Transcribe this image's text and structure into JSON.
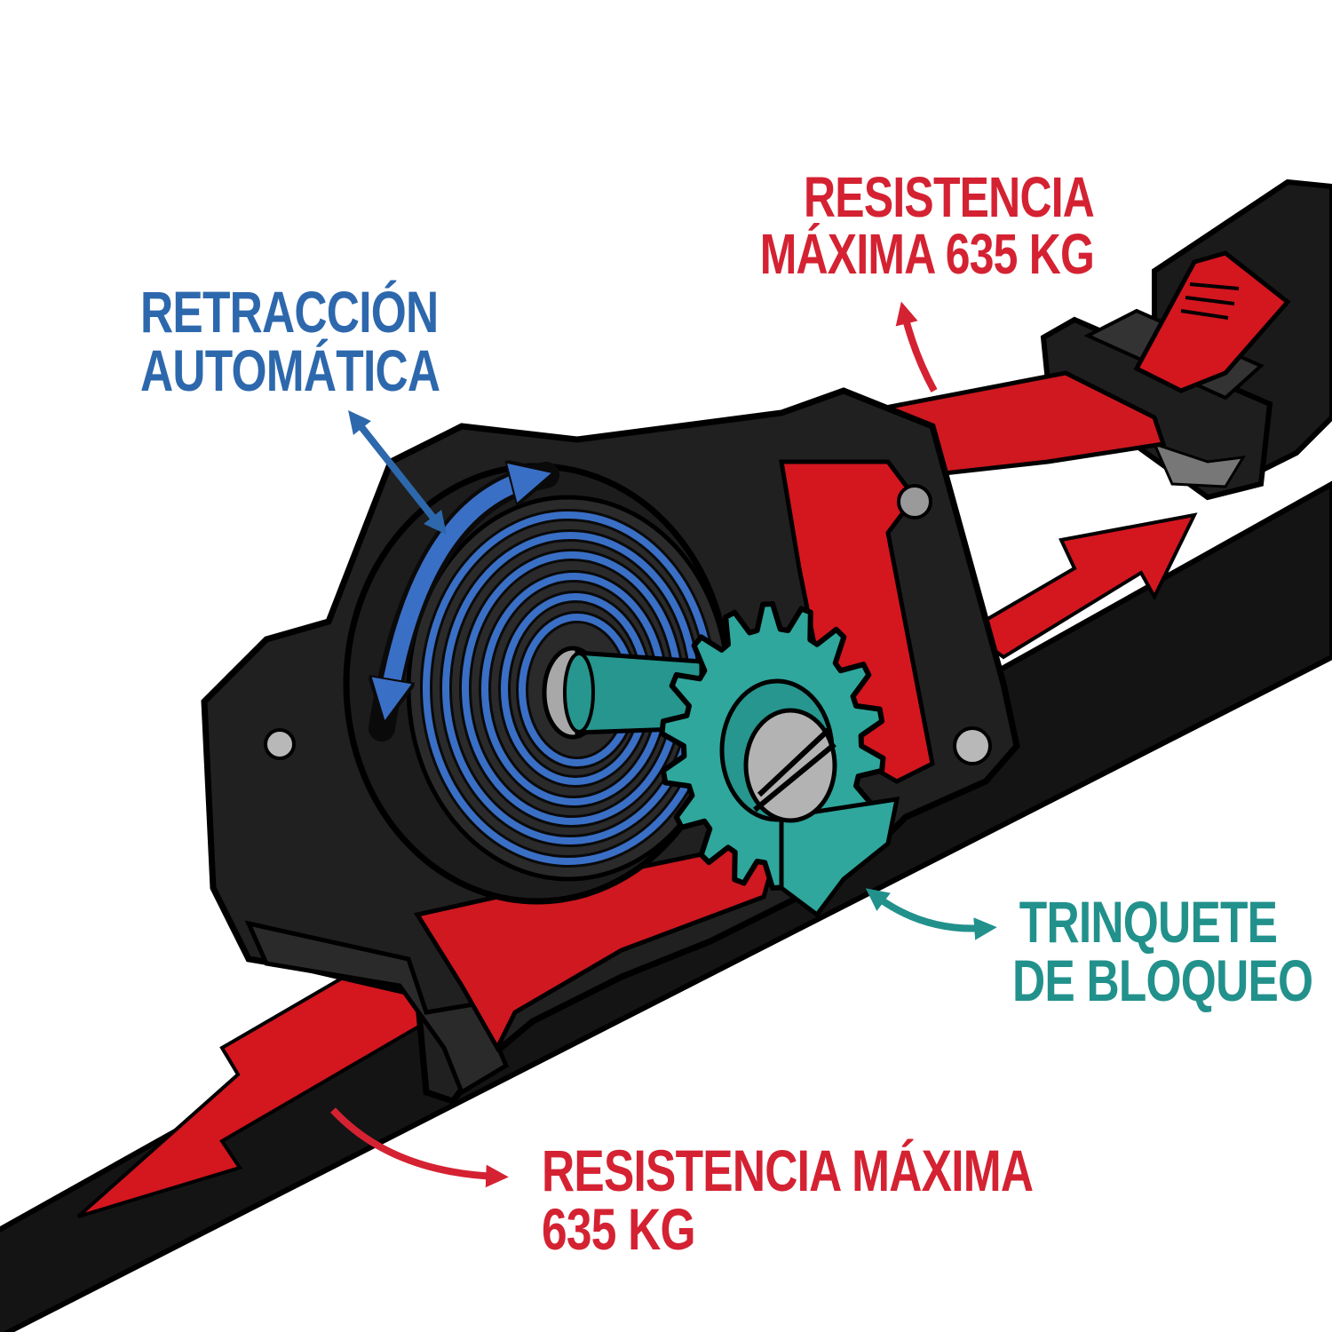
{
  "colors": {
    "retraction": "#2d68ad",
    "resistance": "#d42232",
    "ratchet": "#22918c",
    "housing": "#1b1b1b",
    "strap": "#c8151f",
    "spring": "#3a6fc6",
    "gear": "#2fa79d",
    "metal": "#b8b8b8",
    "outline": "#0a0a0a"
  },
  "labels": {
    "retraction": {
      "line1": "RETRACCIÓN",
      "line2": "AUTOMÁTICA"
    },
    "resistance_top": {
      "line1": "RESISTENCIA",
      "line2": "MÁXIMA 635 KG"
    },
    "ratchet": {
      "line1": "TRINQUETE",
      "line2": "DE BLOQUEO"
    },
    "resistance_bottom": {
      "line1": "RESISTENCIA MÁXIMA",
      "line2": "635 KG"
    }
  },
  "icons": [
    "bidirectional-rotation-arrow-icon",
    "callout-arrow-icon",
    "strap-direction-arrow-icon",
    "spiral-spring-icon",
    "ratchet-gear-icon",
    "screw-icon"
  ]
}
